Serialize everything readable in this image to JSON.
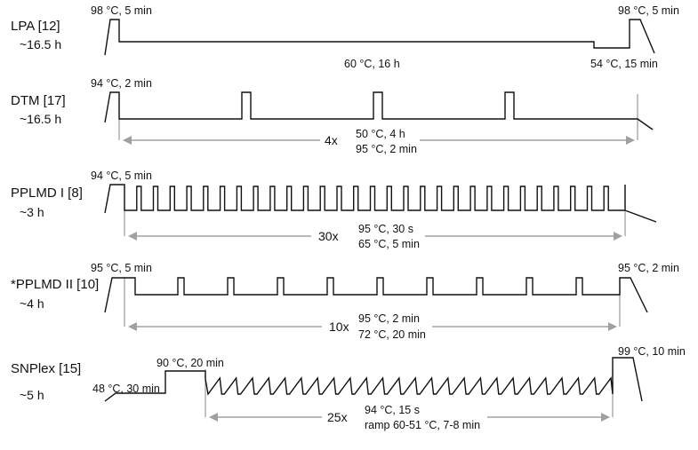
{
  "colors": {
    "trace": "#111111",
    "cycle_span": "#a0a0a0",
    "cycle_boundary": "#9a9a9a"
  },
  "protocols": [
    {
      "name": "LPA [12]",
      "duration": "~16.5 h",
      "annotations": [
        "98 °C, 5 min",
        "60 °C, 16 h",
        "54 °C, 15 min",
        "98 °C, 5 min"
      ]
    },
    {
      "name": "DTM [17]",
      "duration": "~16.5 h",
      "annotations": [
        "94 °C, 2 min"
      ],
      "cycle": {
        "repeat": "4x",
        "steps": [
          "50 °C, 4 h",
          "95 °C, 2 min"
        ]
      }
    },
    {
      "name": "PPLMD I [8]",
      "duration": "~3 h",
      "annotations": [
        "94 °C, 5 min"
      ],
      "cycle": {
        "repeat": "30x",
        "steps": [
          "95 °C, 30 s",
          "65 °C, 5 min"
        ]
      }
    },
    {
      "name": "*PPLMD II [10]",
      "duration": "~4 h",
      "annotations": [
        "95 °C, 5 min",
        "95 °C, 2 min"
      ],
      "cycle": {
        "repeat": "10x",
        "steps": [
          "95 °C, 2 min",
          "72 °C, 20 min"
        ]
      }
    },
    {
      "name": "SNPlex [15]",
      "duration": "~5 h",
      "annotations": [
        "48 °C, 30 min",
        "90 °C, 20 min",
        "99 °C, 10 min"
      ],
      "cycle": {
        "repeat": "25x",
        "steps": [
          "94 °C, 15 s",
          "ramp 60-51 °C, 7-8 min"
        ]
      }
    }
  ]
}
